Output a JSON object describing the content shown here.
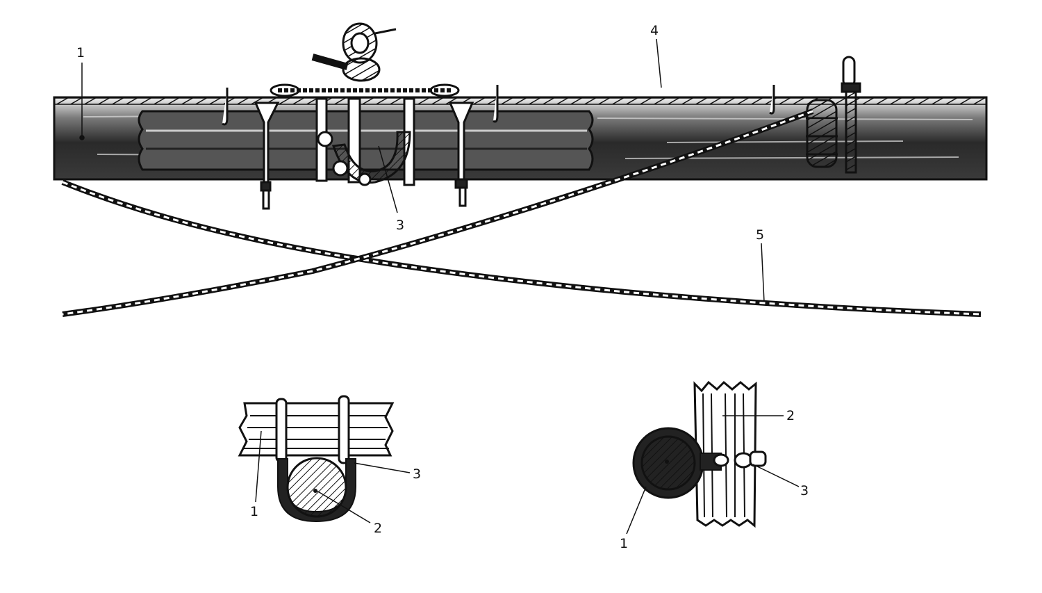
{
  "colors": {
    "ink": "#111111",
    "paper": "#ffffff",
    "shade": "#333333"
  },
  "labels": {
    "main": {
      "l1": "1",
      "l3": "3",
      "l4": "4",
      "l5": "5"
    },
    "detail_a": {
      "l1": "1",
      "l2": "2",
      "l3": "3"
    },
    "detail_b": {
      "l1": "1",
      "l2": "2",
      "l3": "3"
    }
  }
}
